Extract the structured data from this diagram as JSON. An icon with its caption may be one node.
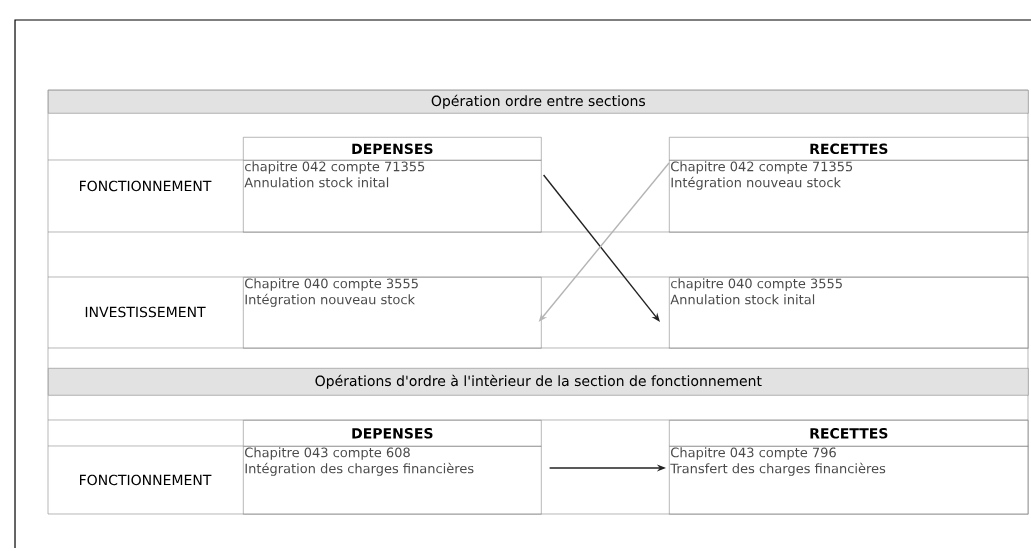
{
  "diagram": {
    "nodes": [
      {
        "text": [
          "Opération ordre entre sections"
        ]
      },
      {
        "text": [
          "DEPENSES"
        ]
      },
      {
        "text": [
          "chapitre 042 compte 71355",
          "Annulation stock inital"
        ]
      },
      {
        "text": [
          "RECETTES"
        ]
      },
      {
        "text": [
          "Chapitre 042 compte 71355",
          "Intégration nouveau stock"
        ]
      },
      {
        "text": [
          "Chapitre 040 compte 3555",
          "Intégration nouveau stock"
        ]
      },
      {
        "text": [
          "chapitre 040 compte 3555",
          "Annulation stock inital"
        ]
      },
      {
        "text": [
          "Opérations d'ordre à l'intèrieur de la section de fonctionnement"
        ]
      },
      {
        "text": [
          "DEPENSES"
        ]
      },
      {
        "text": [
          "Chapitre 043 compte 608",
          "Intégration des charges financières"
        ]
      },
      {
        "text": [
          "RECETTES"
        ]
      },
      {
        "text": [
          "Chapitre 043 compte 796",
          "Transfert des charges financières"
        ]
      }
    ],
    "edges": [
      {
        "from": 2,
        "to": 6,
        "arrow": "to"
      },
      {
        "from": 4,
        "to": 5,
        "arrow": "to",
        "color": "#b4b4b4"
      },
      {
        "from": 9,
        "to": 11,
        "arrow": "to"
      }
    ],
    "labels": [
      "FONCTIONNEMENT",
      "INVESTISSEMENT",
      "FONCTIONNEMENT"
    ]
  }
}
